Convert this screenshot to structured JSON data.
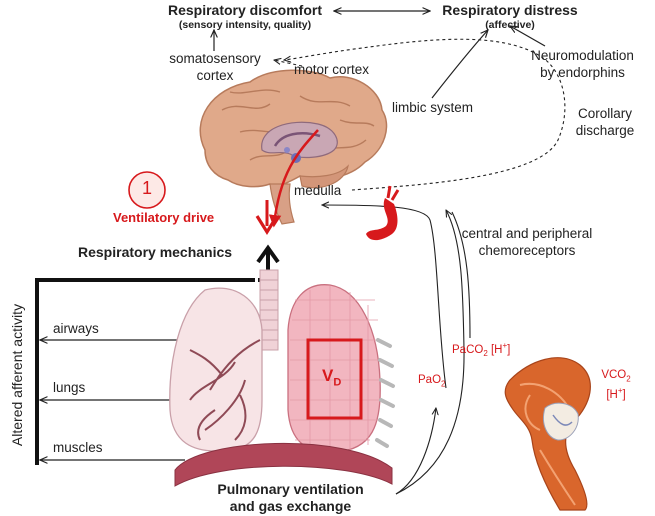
{
  "labels": {
    "resp_discomfort": "Respiratory discomfort",
    "resp_discomfort_sub": "(sensory intensity, quality)",
    "resp_distress": "Respiratory distress",
    "resp_distress_sub": "(affective)",
    "neuromodulation_line1": "Neuromodulation",
    "neuromodulation_line2": "by endorphins",
    "somatosensory_line1": "somatosensory",
    "somatosensory_line2": "cortex",
    "motor_cortex": "motor cortex",
    "limbic_system": "limbic system",
    "corollary_line1": "Corollary",
    "corollary_line2": "discharge",
    "step_number": "1",
    "medulla": "medulla",
    "ventilatory_drive": "Ventilatory drive",
    "respiratory_mechanics": "Respiratory mechanics",
    "chemoreceptors_line1": "central and peripheral",
    "chemoreceptors_line2": "chemoreceptors",
    "altered_afferent": "Altered afferent activity",
    "airways": "airways",
    "lungs": "lungs",
    "muscles": "muscles",
    "vd_main": "V",
    "vd_sub": "D",
    "paco2_main": "PaCO",
    "paco2_sub": "2",
    "paco2_tail": " [H",
    "paco2_sup": "+",
    "paco2_end": "]",
    "pao2_main": "PaO",
    "pao2_sub": "2",
    "vco2_main": "VCO",
    "vco2_sub": "2",
    "h_main": "[H",
    "h_sup": "+",
    "h_end": "]",
    "pulmonary_line1": "Pulmonary ventilation",
    "pulmonary_line2": "and gas exchange"
  },
  "colors": {
    "accent_red": "#d7191c",
    "text": "#222222",
    "brain": "#e0a98a",
    "lung": "#f3c9cf",
    "diaphragm": "#b04658",
    "muscle": "#d9662c"
  },
  "icons": [
    "brain-icon",
    "lungs-icon",
    "heart-icon",
    "knee-muscle-icon"
  ]
}
